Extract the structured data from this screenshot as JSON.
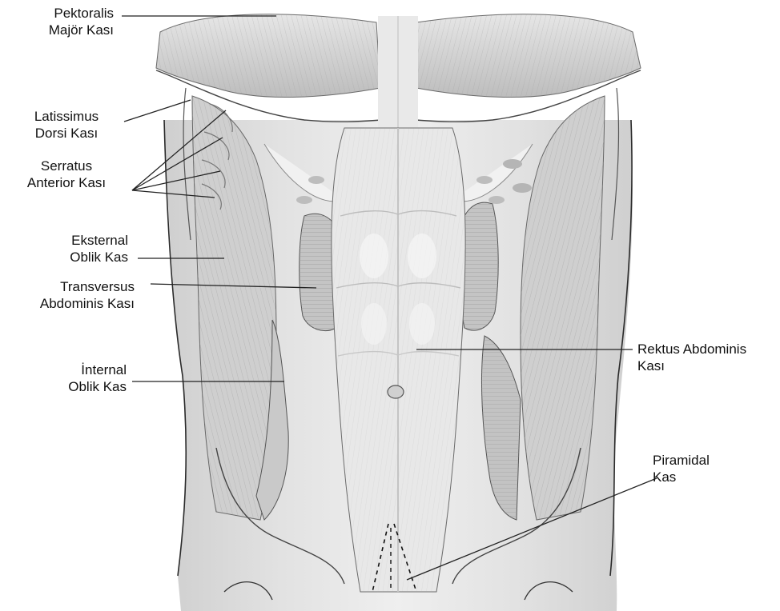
{
  "labels": {
    "pektoralis": {
      "line1": "Pektoralis",
      "line2": "Majör Kası"
    },
    "latissimus": {
      "line1": "Latissimus",
      "line2": "Dorsi Kası"
    },
    "serratus": {
      "line1": "Serratus",
      "line2": "Anterior Kası"
    },
    "eksternal": {
      "line1": "Eksternal",
      "line2": "Oblik Kas"
    },
    "transversus": {
      "line1": "Transversus",
      "line2": "Abdominis Kası"
    },
    "internal": {
      "line1": "İnternal",
      "line2": "Oblik Kas"
    },
    "rektus": {
      "line1": "Rektus Abdominis",
      "line2": "Kası"
    },
    "piramidal": {
      "line1": "Piramidal",
      "line2": "Kas"
    }
  },
  "colors": {
    "skin_fill": "#ececec",
    "muscle_fill": "#d9d9d9",
    "muscle_shade": "#b9b9b9",
    "outline": "#2a2a2a",
    "leader_line": "#222222"
  }
}
